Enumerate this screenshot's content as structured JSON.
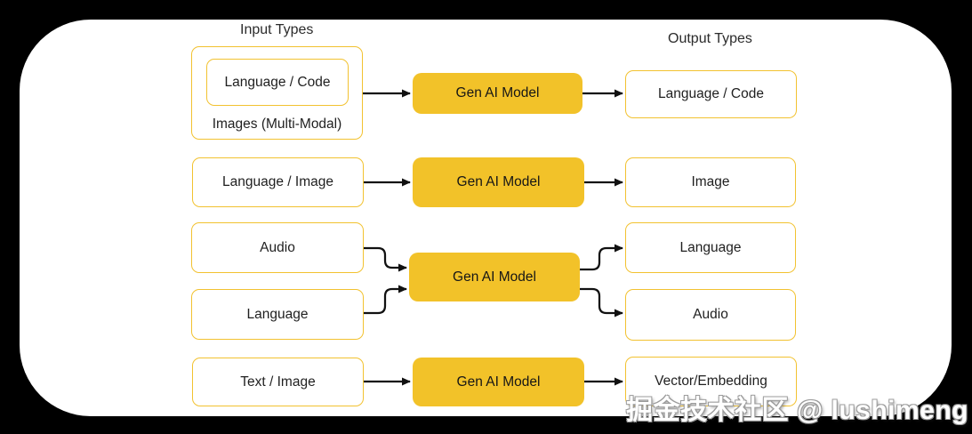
{
  "colors": {
    "background": "#000000",
    "canvas": "#ffffff",
    "model_fill": "#f2c229",
    "box_border": "#f2c230",
    "text": "#1f1f1f",
    "arrow": "#111111",
    "watermark_text": "#ffffff"
  },
  "headers": {
    "input": "Input Types",
    "output": "Output Types"
  },
  "rows": [
    {
      "inputs": [
        "Language / Code"
      ],
      "input_group_label": "Images (Multi-Modal)",
      "model": "Gen AI Model",
      "outputs": [
        "Language / Code"
      ]
    },
    {
      "inputs": [
        "Language / Image"
      ],
      "model": "Gen AI Model",
      "outputs": [
        "Image"
      ]
    },
    {
      "inputs": [
        "Audio",
        "Language"
      ],
      "model": "Gen AI Model",
      "outputs": [
        "Language",
        "Audio"
      ]
    },
    {
      "inputs": [
        "Text / Image"
      ],
      "model": "Gen AI Model",
      "outputs": [
        "Vector/Embedding"
      ]
    }
  ],
  "watermark": "掘金技术社区 @ lushimeng"
}
